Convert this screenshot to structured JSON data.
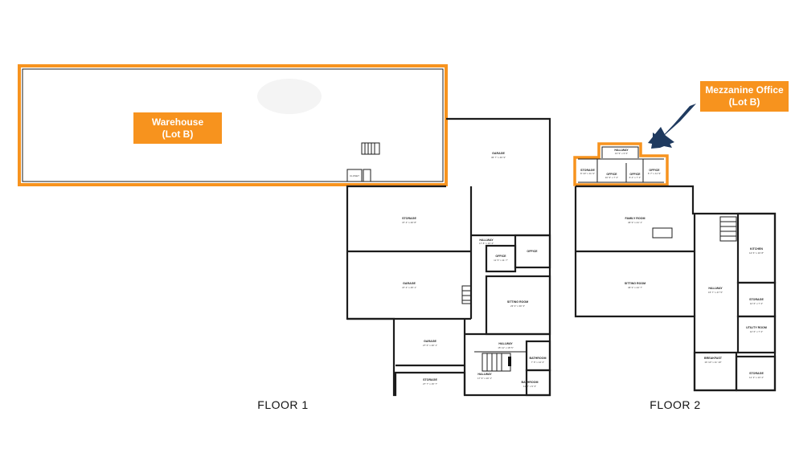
{
  "colors": {
    "highlight": "#f7931e",
    "arrow": "#1f3a5f",
    "walls": "#1c1c1c"
  },
  "callouts": {
    "warehouse": {
      "line1": "Warehouse",
      "line2": "(Lot B)"
    },
    "mezzanine": {
      "line1": "Mezzanine Office",
      "line2": "(Lot B)"
    }
  },
  "floors": {
    "floor1": "FLOOR 1",
    "floor2": "FLOOR 2"
  },
  "floor1_rooms": {
    "garage_top": {
      "name": "GARAGE",
      "dim": "36' 7\" x 46' 9\""
    },
    "storage_main": {
      "name": "STORAGE",
      "dim": "47' 4\" x 20' 8\""
    },
    "garage_mid": {
      "name": "GARAGE",
      "dim": "47' 4\" x 25' 1\""
    },
    "hallway_a": {
      "name": "HALLWAY",
      "dim": "17' 8\" x 16' 4\""
    },
    "office_a": {
      "name": "OFFICE",
      "dim": "11' 5\" x 11' 7\""
    },
    "office_b": {
      "name": "OFFICE",
      "dim": ""
    },
    "sitting_room": {
      "name": "SITTING ROOM",
      "dim": "23' 3\" x 30' 3\""
    },
    "garage_low": {
      "name": "GARAGE",
      "dim": "27' 6\" x 20' 1\""
    },
    "storage_low": {
      "name": "STORAGE",
      "dim": "27' 7\" x 15' 7\""
    },
    "hallway_b": {
      "name": "HALLWAY",
      "dim": "15' 11\" x 18' 5\""
    },
    "hallway_c": {
      "name": "HALLWAY",
      "dim": "17' 9\" x 20' 1\""
    },
    "bathroom_a": {
      "name": "BATHROOM",
      "dim": "7' 6\" x 14' 2\""
    },
    "bathroom_b": {
      "name": "BATHROOM",
      "dim": "11' 2\" x 9' 3\""
    },
    "closet": {
      "name": "CLOSET",
      "dim": ""
    }
  },
  "floor2_rooms": {
    "hallway_m": {
      "name": "HALLWAY",
      "dim": "13' 9\" x 3' 6\""
    },
    "storage_m": {
      "name": "STORAGE",
      "dim": "8' 10\" x 11' 9\""
    },
    "office_m1": {
      "name": "OFFICE",
      "dim": "10' 9\" x 7' 2\""
    },
    "office_m2": {
      "name": "OFFICE",
      "dim": "6' 4\" x 7' 2\""
    },
    "office_m3": {
      "name": "OFFICE",
      "dim": "6' 7\" x 11' 9\""
    },
    "family_room": {
      "name": "FAMILY ROOM",
      "dim": "46' 9\" x 21' 1\""
    },
    "sitting_room2": {
      "name": "SITTING ROOM",
      "dim": "46' 9\" x 24' 7\""
    },
    "hallway2": {
      "name": "HALLWAY",
      "dim": "15' 7\" x 47' 5\""
    },
    "kitchen": {
      "name": "KITCHEN",
      "dim": "12' 6\" x 16' 8\""
    },
    "storage2": {
      "name": "STORAGE",
      "dim": "12' 6\" x 7' 2\""
    },
    "utility": {
      "name": "UTILITY ROOM",
      "dim": "12' 6\" x 7' 2\""
    },
    "bedroom2": {
      "name": "BREAKFAST",
      "dim": "16' 10\" x 11' 10\""
    },
    "storage3": {
      "name": "STORAGE",
      "dim": "11' 3\" x 13' 4\""
    }
  }
}
